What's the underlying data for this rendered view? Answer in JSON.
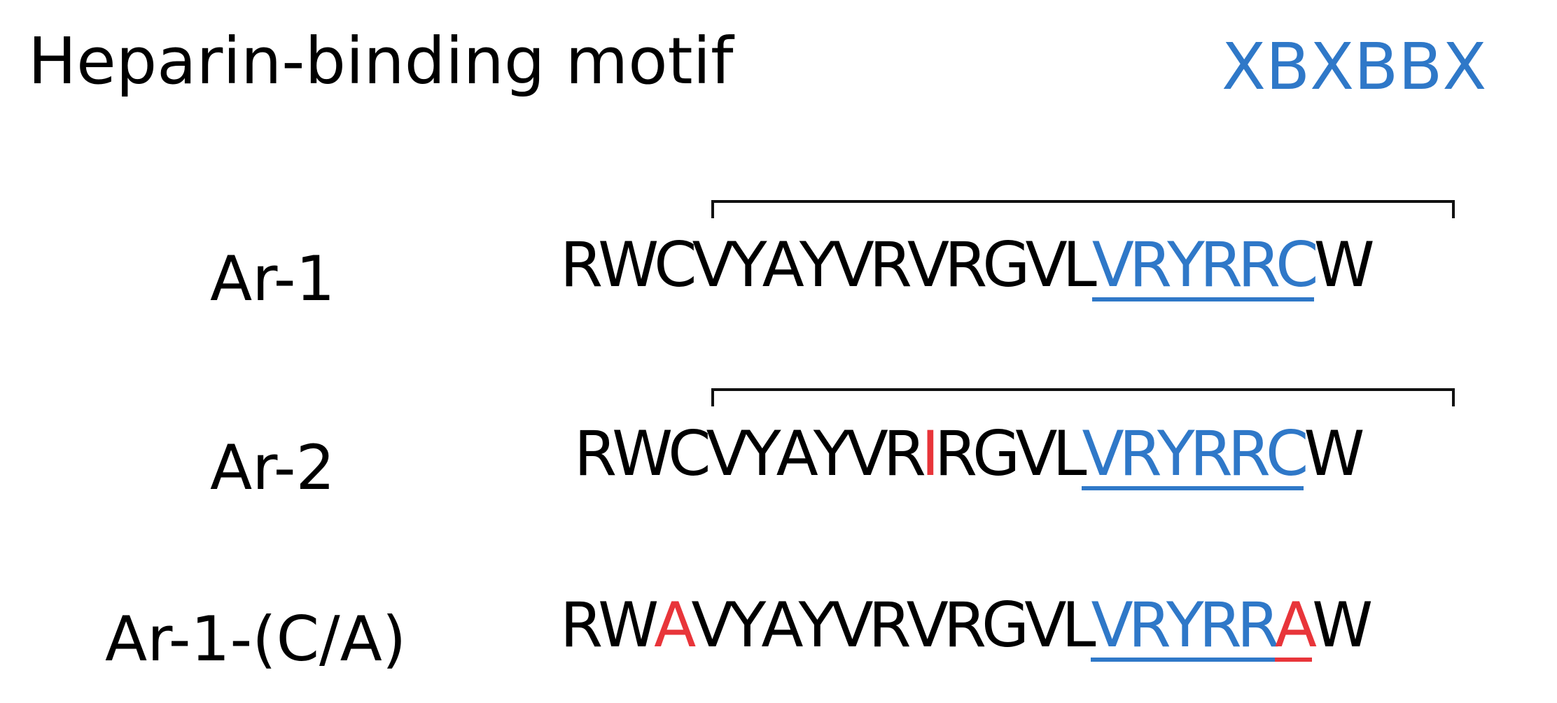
{
  "header": {
    "title": "Heparin-binding motif",
    "motif": "XBXBBX"
  },
  "colors": {
    "text": "#000000",
    "motif_blue": "#2f78c8",
    "mutation_red": "#e8353a",
    "bracket": "#111111"
  },
  "peptides": [
    {
      "name": "Ar-1",
      "residues": [
        {
          "aa": "R",
          "color": "black",
          "underline": ""
        },
        {
          "aa": "W",
          "color": "black",
          "underline": ""
        },
        {
          "aa": "C",
          "color": "black",
          "underline": ""
        },
        {
          "aa": "V",
          "color": "black",
          "underline": ""
        },
        {
          "aa": "Y",
          "color": "black",
          "underline": ""
        },
        {
          "aa": "A",
          "color": "black",
          "underline": ""
        },
        {
          "aa": "Y",
          "color": "black",
          "underline": ""
        },
        {
          "aa": "V",
          "color": "black",
          "underline": ""
        },
        {
          "aa": "R",
          "color": "black",
          "underline": ""
        },
        {
          "aa": "V",
          "color": "black",
          "underline": ""
        },
        {
          "aa": "R",
          "color": "black",
          "underline": ""
        },
        {
          "aa": "G",
          "color": "black",
          "underline": ""
        },
        {
          "aa": "V",
          "color": "black",
          "underline": ""
        },
        {
          "aa": "L",
          "color": "black",
          "underline": ""
        },
        {
          "aa": "V",
          "color": "blue",
          "underline": "blue"
        },
        {
          "aa": "R",
          "color": "blue",
          "underline": "blue"
        },
        {
          "aa": "Y",
          "color": "blue",
          "underline": "blue"
        },
        {
          "aa": "R",
          "color": "blue",
          "underline": "blue"
        },
        {
          "aa": "R",
          "color": "blue",
          "underline": "blue"
        },
        {
          "aa": "C",
          "color": "blue",
          "underline": "blue"
        },
        {
          "aa": "W",
          "color": "black",
          "underline": ""
        }
      ],
      "disulfide": true
    },
    {
      "name": "Ar-2",
      "residues": [
        {
          "aa": "R",
          "color": "black",
          "underline": ""
        },
        {
          "aa": "W",
          "color": "black",
          "underline": ""
        },
        {
          "aa": "C",
          "color": "black",
          "underline": ""
        },
        {
          "aa": "V",
          "color": "black",
          "underline": ""
        },
        {
          "aa": "Y",
          "color": "black",
          "underline": ""
        },
        {
          "aa": "A",
          "color": "black",
          "underline": ""
        },
        {
          "aa": "Y",
          "color": "black",
          "underline": ""
        },
        {
          "aa": "V",
          "color": "black",
          "underline": ""
        },
        {
          "aa": "R",
          "color": "black",
          "underline": ""
        },
        {
          "aa": "I",
          "color": "red",
          "underline": ""
        },
        {
          "aa": "R",
          "color": "black",
          "underline": ""
        },
        {
          "aa": "G",
          "color": "black",
          "underline": ""
        },
        {
          "aa": "V",
          "color": "black",
          "underline": ""
        },
        {
          "aa": "L",
          "color": "black",
          "underline": ""
        },
        {
          "aa": "V",
          "color": "blue",
          "underline": "blue"
        },
        {
          "aa": "R",
          "color": "blue",
          "underline": "blue"
        },
        {
          "aa": "Y",
          "color": "blue",
          "underline": "blue"
        },
        {
          "aa": "R",
          "color": "blue",
          "underline": "blue"
        },
        {
          "aa": "R",
          "color": "blue",
          "underline": "blue"
        },
        {
          "aa": "C",
          "color": "blue",
          "underline": "blue"
        },
        {
          "aa": "W",
          "color": "black",
          "underline": ""
        }
      ],
      "disulfide": true
    },
    {
      "name": "Ar-1-(C/A)",
      "residues": [
        {
          "aa": "R",
          "color": "black",
          "underline": ""
        },
        {
          "aa": "W",
          "color": "black",
          "underline": ""
        },
        {
          "aa": "A",
          "color": "red",
          "underline": ""
        },
        {
          "aa": "V",
          "color": "black",
          "underline": ""
        },
        {
          "aa": "Y",
          "color": "black",
          "underline": ""
        },
        {
          "aa": "A",
          "color": "black",
          "underline": ""
        },
        {
          "aa": "Y",
          "color": "black",
          "underline": ""
        },
        {
          "aa": "V",
          "color": "black",
          "underline": ""
        },
        {
          "aa": "R",
          "color": "black",
          "underline": ""
        },
        {
          "aa": "V",
          "color": "black",
          "underline": ""
        },
        {
          "aa": "R",
          "color": "black",
          "underline": ""
        },
        {
          "aa": "G",
          "color": "black",
          "underline": ""
        },
        {
          "aa": "V",
          "color": "black",
          "underline": ""
        },
        {
          "aa": "L",
          "color": "black",
          "underline": ""
        },
        {
          "aa": "V",
          "color": "blue",
          "underline": "blue"
        },
        {
          "aa": "R",
          "color": "blue",
          "underline": "blue"
        },
        {
          "aa": "Y",
          "color": "blue",
          "underline": "blue"
        },
        {
          "aa": "R",
          "color": "blue",
          "underline": "blue"
        },
        {
          "aa": "R",
          "color": "blue",
          "underline": "blue"
        },
        {
          "aa": "A",
          "color": "red",
          "underline": "red"
        },
        {
          "aa": "W",
          "color": "black",
          "underline": ""
        }
      ],
      "disulfide": false
    }
  ]
}
